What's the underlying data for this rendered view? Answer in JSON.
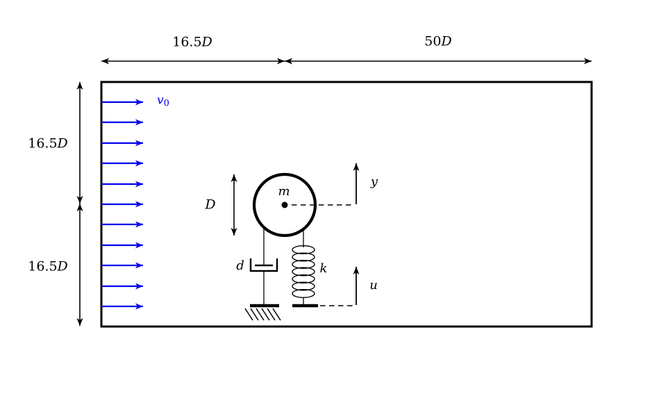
{
  "colors": {
    "ink": "#000000",
    "flow": "#0000ee",
    "background": "#ffffff"
  },
  "dimensions": {
    "upstream_width": {
      "value": "16.5",
      "symbol": "D"
    },
    "downstream_width": {
      "value": "50",
      "symbol": "D"
    },
    "upper_height": {
      "value": "16.5",
      "symbol": "D"
    },
    "lower_height": {
      "value": "16.5",
      "symbol": "D"
    },
    "cylinder_diameter": {
      "symbol": "D"
    }
  },
  "labels": {
    "inflow_velocity": {
      "base": "v",
      "sub": "0"
    },
    "mass": "m",
    "y_displacement": "y",
    "damper_coefficient": "d",
    "spring_stiffness": "k",
    "base_displacement": "u"
  }
}
